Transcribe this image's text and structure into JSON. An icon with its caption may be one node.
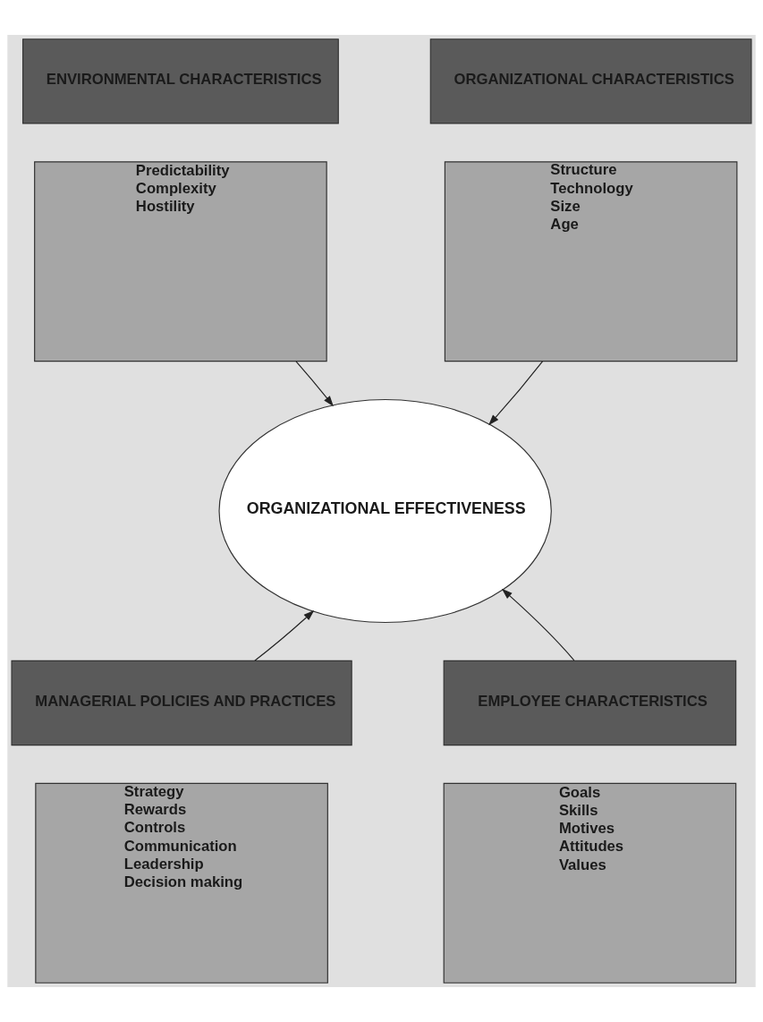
{
  "diagram": {
    "nodes": [
      {
        "text": [
          "ENVIRONMENTAL CHARACTERISTICS"
        ]
      },
      {
        "text": [
          "Predictability",
          "Complexity",
          "Hostility"
        ]
      },
      {
        "text": [
          "ORGANIZATIONAL CHARACTERISTICS"
        ]
      },
      {
        "text": [
          "Structure",
          "Technology",
          "Size",
          "Age"
        ]
      },
      {
        "text": [
          "ORGANIZATIONAL EFFECTIVENESS"
        ]
      },
      {
        "text": [
          "MANAGERIAL POLICIES AND PRACTICES"
        ]
      },
      {
        "text": [
          "Strategy",
          "Rewards",
          "Controls",
          "Communication",
          "Leadership",
          "Decision making"
        ]
      },
      {
        "text": [
          "EMPLOYEE CHARACTERISTICS"
        ]
      },
      {
        "text": [
          "Goals",
          "Skills",
          "Motives",
          "Attitudes",
          "Values"
        ]
      }
    ],
    "edges": [
      {
        "from": 1,
        "to": 4,
        "arrow": "to"
      },
      {
        "from": 3,
        "to": 4,
        "arrow": "to"
      },
      {
        "from": 5,
        "to": 4,
        "arrow": "to"
      },
      {
        "from": 7,
        "to": 4,
        "arrow": "to"
      }
    ]
  }
}
